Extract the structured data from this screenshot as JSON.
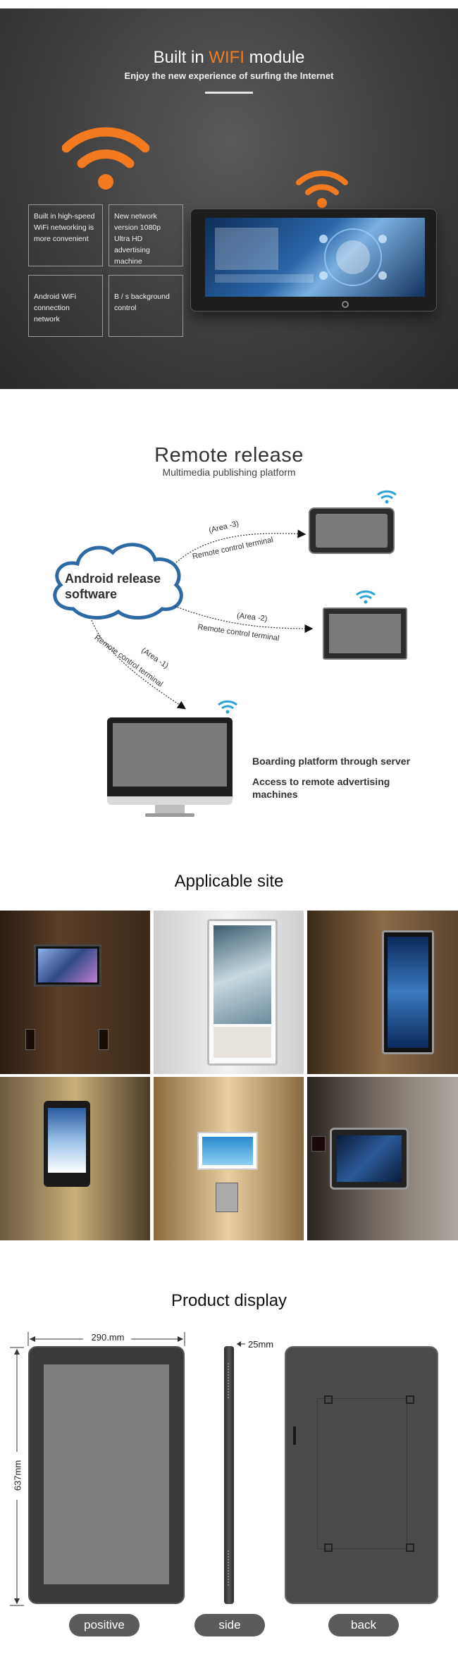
{
  "wifi": {
    "title_pre": "Built in ",
    "title_highlight": "WIFI",
    "title_post": " module",
    "subtitle": "Enjoy the new experience of surfing the Internet",
    "features": [
      "Built in high-speed WiFi networking is more convenient",
      "New network version 1080p Ultra HD advertising machine",
      "Android WiFi connection network",
      "B / s background control"
    ],
    "accent_color": "#f47a1f"
  },
  "remote": {
    "title": "Remote release",
    "subtitle": "Multimedia publishing platform",
    "cloud_label": "Android release software",
    "arrows": [
      {
        "area": "(Area -3)",
        "label": "Remote control terminal"
      },
      {
        "area": "(Area -2)",
        "label": "Remote control terminal"
      },
      {
        "area": "(Area -1)",
        "label": "Remote control terminal"
      }
    ],
    "note1": "Boarding platform through server",
    "note2": "Access to remote advertising machines",
    "cloud_color": "#2d6aa3",
    "wifi_color": "#2aa3d9"
  },
  "sites": {
    "title": "Applicable site"
  },
  "product": {
    "title": "Product display",
    "width_dim": "290.mm",
    "height_dim": "637mm",
    "depth_dim": "25mm",
    "views": [
      "positive",
      "side",
      "back"
    ]
  }
}
